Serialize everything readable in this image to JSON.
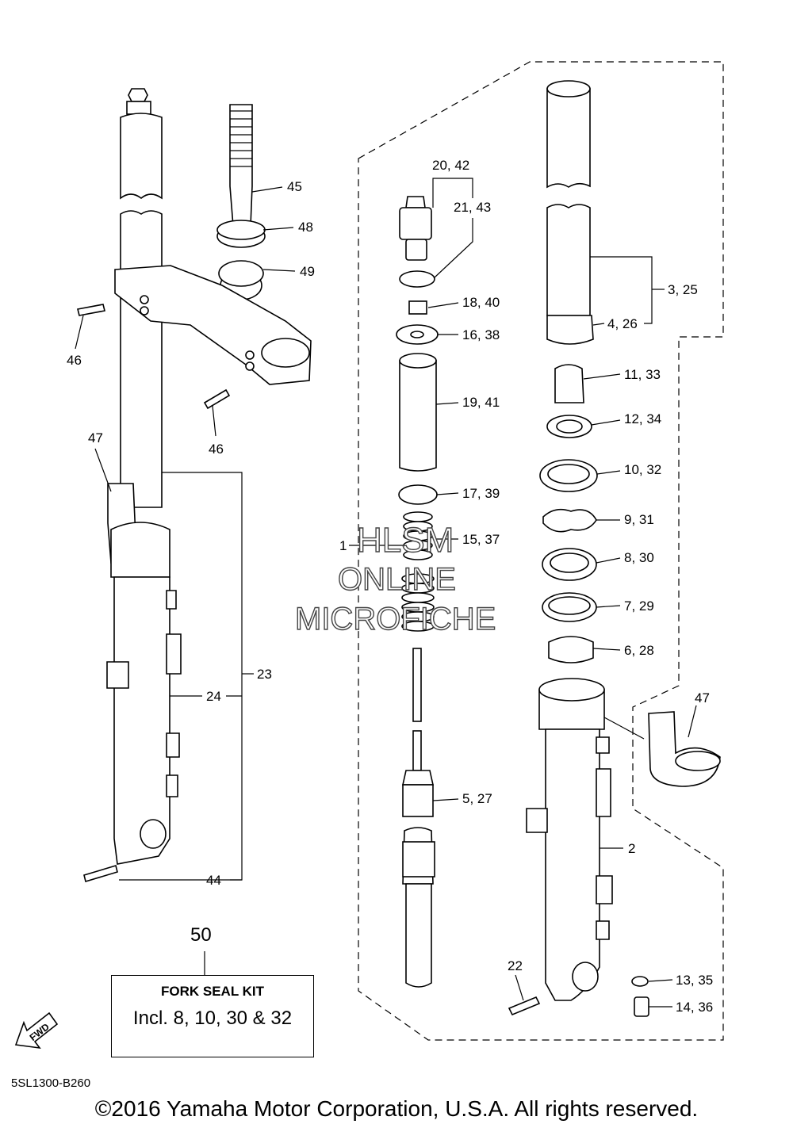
{
  "callouts": {
    "c45": "45",
    "c48": "48",
    "c49": "49",
    "c46a": "46",
    "c46b": "46",
    "c47a": "47",
    "c47b": "47",
    "c23": "23",
    "c24": "24",
    "c44": "44",
    "c20_42": "20, 42",
    "c21_43": "21, 43",
    "c18_40": "18, 40",
    "c16_38": "16, 38",
    "c19_41": "19, 41",
    "c17_39": "17, 39",
    "c1": "1",
    "c15_37": "15, 37",
    "c5_27": "5, 27",
    "c22": "22",
    "c3_25": "3, 25",
    "c4_26": "4, 26",
    "c11_33": "11, 33",
    "c12_34": "12, 34",
    "c10_32": "10, 32",
    "c9_31": "9, 31",
    "c8_30": "8, 30",
    "c7_29": "7, 29",
    "c6_28": "6, 28",
    "c2": "2",
    "c13_35": "13, 35",
    "c14_36": "14, 36"
  },
  "watermark": {
    "line1": "HLSM",
    "line2": "ONLINE",
    "line3": "MICROFICHE"
  },
  "kit": {
    "number": "50",
    "title": "FORK SEAL KIT",
    "includes": "Incl. 8, 10, 30 & 32"
  },
  "fwd_label": "FWD",
  "diagram_code": "5SL1300-B260",
  "copyright": "©2016 Yamaha Motor Corporation, U.S.A. All rights reserved."
}
